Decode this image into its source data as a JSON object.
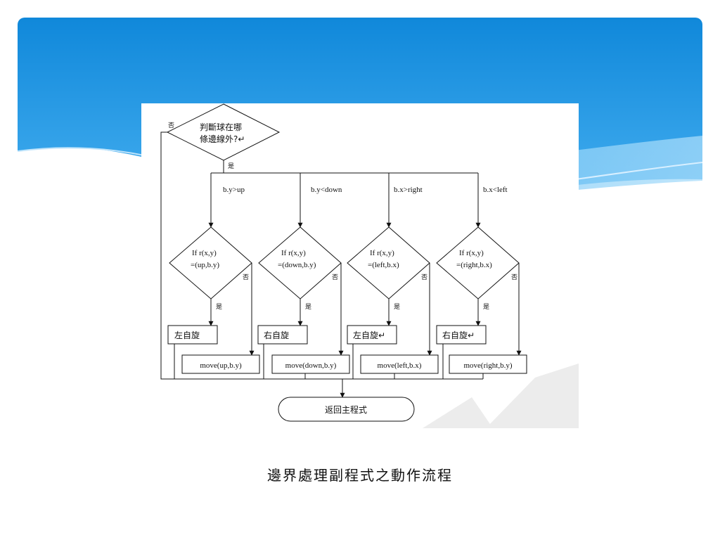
{
  "slide": {
    "caption": "邊界處理副程式之動作流程"
  },
  "flowchart": {
    "decision": {
      "line1": "判斷球在哪",
      "line2": "條邊線外?↵",
      "no": "否",
      "yes": "是"
    },
    "branches": [
      {
        "condition": "b.y>up",
        "test1": "If r(x,y)",
        "test2": "=(up,b.y)",
        "no": "否",
        "yes": "是",
        "rotate": "左自旋",
        "move": "move(up,b.y)"
      },
      {
        "condition": "b.y<down",
        "test1": "If r(x,y)",
        "test2": "=(down,b.y)",
        "no": "否",
        "yes": "是",
        "rotate": "右自旋",
        "move": "move(down,b.y)"
      },
      {
        "condition": "b.x>right",
        "test1": "If r(x,y)",
        "test2": "=(left,b.x)",
        "no": "否",
        "yes": "是",
        "rotate": "左自旋↵",
        "move": "move(left,b.x)"
      },
      {
        "condition": "b.x<left",
        "test1": "If r(x,y)",
        "test2": "=(right,b.x)",
        "no": "否",
        "yes": "是",
        "rotate": "右自旋↵",
        "move": "move(right,b.y)"
      }
    ],
    "terminal": "返回主程式"
  }
}
